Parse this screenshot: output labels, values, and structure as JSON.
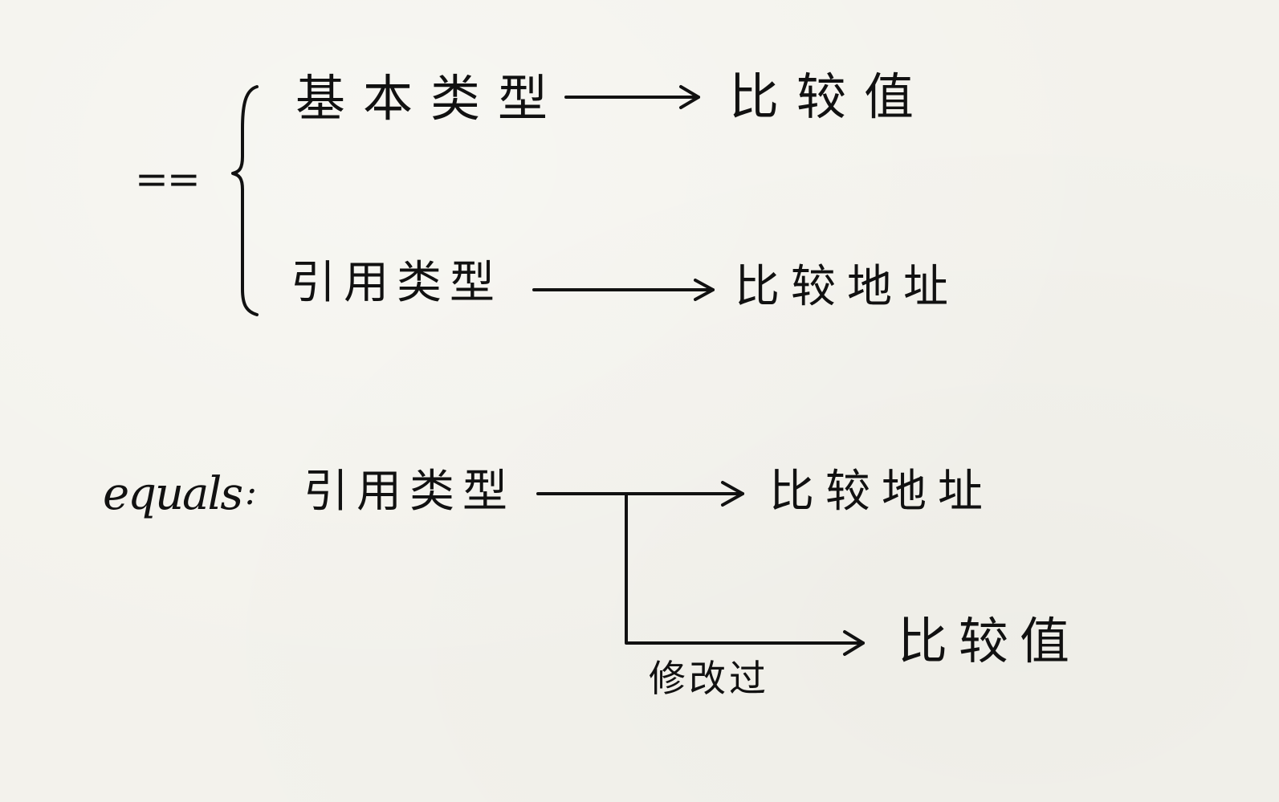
{
  "top": {
    "operator": "==",
    "branch_primitive": {
      "label": "基本类型",
      "result": "比较值"
    },
    "branch_reference": {
      "label": "引用类型",
      "result": "比较地址"
    }
  },
  "bottom": {
    "operator": "equals",
    "separator": ":",
    "label": "引用类型",
    "result_default": "比较地址",
    "override_note": "修改过",
    "result_overridden": "比较值"
  }
}
